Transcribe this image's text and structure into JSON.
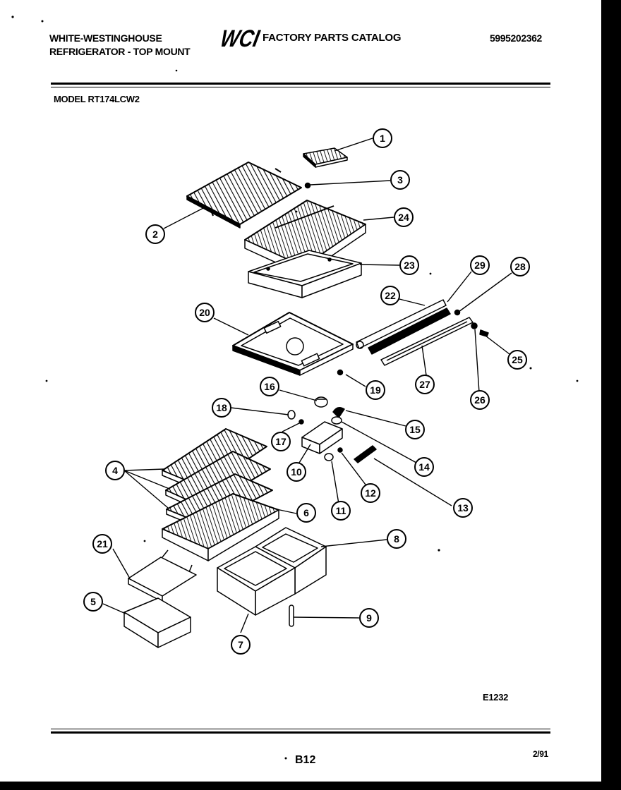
{
  "header": {
    "brand_line_1": "WHITE-WESTINGHOUSE",
    "brand_line_2": "REFRIGERATOR - TOP MOUNT",
    "logo_text": "WCI",
    "catalog_title": "FACTORY PARTS CATALOG",
    "catalog_number": "5995202362"
  },
  "model_label": "MODEL RT174LCW2",
  "diagram": {
    "callouts": [
      "1",
      "2",
      "3",
      "4",
      "5",
      "6",
      "7",
      "8",
      "9",
      "10",
      "11",
      "12",
      "13",
      "14",
      "15",
      "16",
      "17",
      "18",
      "19",
      "20",
      "21",
      "22",
      "23",
      "24",
      "25",
      "26",
      "27",
      "28",
      "29"
    ]
  },
  "footer": {
    "diagram_code": "E1232",
    "page_code": "B12",
    "date_code": "2/91"
  }
}
